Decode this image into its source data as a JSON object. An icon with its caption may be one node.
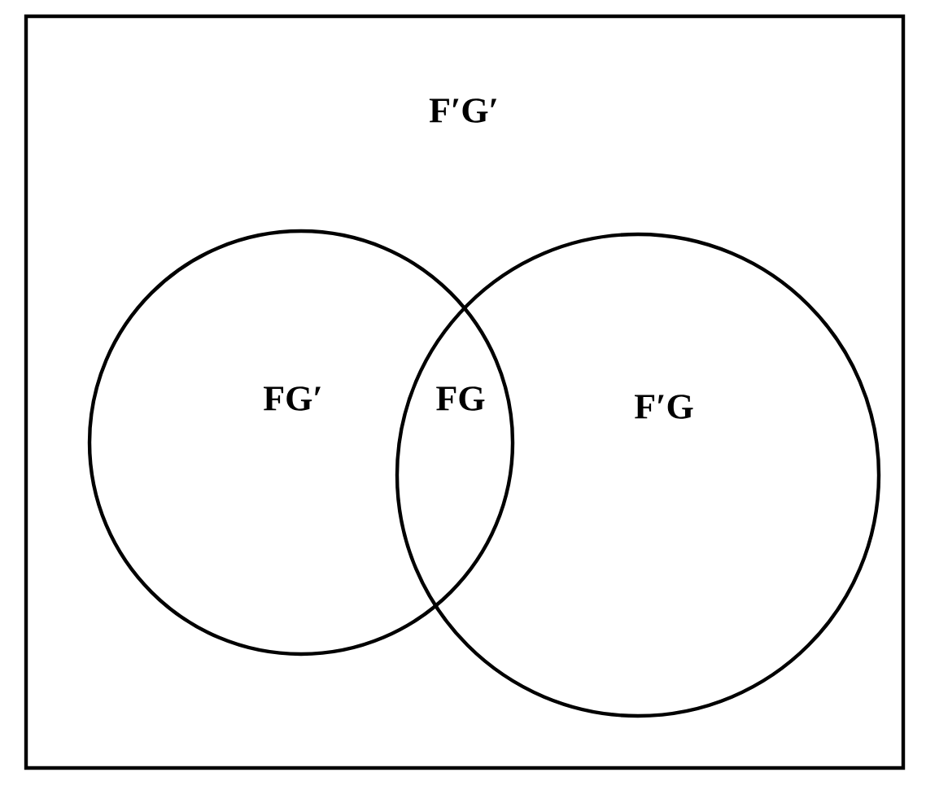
{
  "diagram": {
    "nodes": [
      {
        "text": [],
        "shape": "box"
      },
      {
        "text": [],
        "shape": "circle",
        "in": 0
      },
      {
        "text": [],
        "shape": "circle",
        "in": 0
      }
    ],
    "labels": [
      "F′G′",
      "FG′",
      "FG",
      "F′G"
    ]
  }
}
